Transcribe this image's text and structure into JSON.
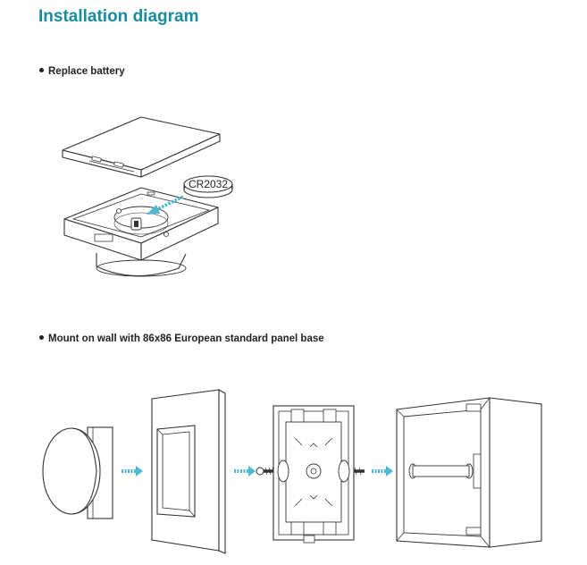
{
  "header": {
    "title": "Installation diagram"
  },
  "sections": [
    {
      "label": "Replace battery"
    },
    {
      "label": "Mount on wall with 86x86 European standard panel base"
    }
  ],
  "battery": {
    "label": "CR2032"
  },
  "colors": {
    "accent": "#1a8c9c",
    "arrow": "#4db8d4",
    "line": "#333333"
  }
}
